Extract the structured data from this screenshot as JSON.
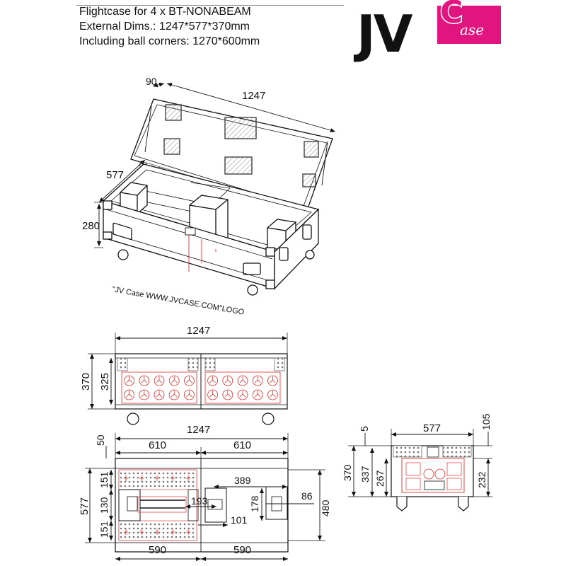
{
  "header": {
    "line1": "Flightcase for 4 x BT-NONABEAM",
    "line2": "External Dims.: 1247*577*370mm",
    "line3": "Including ball corners: 1270*600mm"
  },
  "logo": {
    "jv": "JV",
    "c": "C",
    "ase": "ase",
    "brand_color": "#e0157f"
  },
  "iso_view": {
    "dim_width": "1247",
    "dim_lid": "90",
    "dim_depth": "577",
    "dim_height": "280",
    "logo_note": "\"JV Case WWW.JVCASE.COM\"LOGO"
  },
  "front_view": {
    "dim_width": "1247",
    "dim_height": "370",
    "dim_inner_height": "325"
  },
  "top_view": {
    "dim_width": "1247",
    "dim_lid": "50",
    "dim_left_top": "610",
    "dim_right_top": "610",
    "dim_left_bottom": "590",
    "dim_right_bottom": "590",
    "dim_depth": "577",
    "dim_row1": "151",
    "dim_row2": "130",
    "dim_row3": "151",
    "dim_389": "389",
    "dim_193": "193",
    "dim_178": "178",
    "dim_101": "101",
    "dim_86": "86",
    "dim_480": "480"
  },
  "side_view": {
    "dim_width": "577",
    "dim_top": "5",
    "dim_right_top": "105",
    "dim_height": "370",
    "dim_337": "337",
    "dim_267": "267",
    "dim_232": "232"
  },
  "colors": {
    "line": "#111111",
    "detail_red": "#e03030",
    "foam": "#777777"
  }
}
